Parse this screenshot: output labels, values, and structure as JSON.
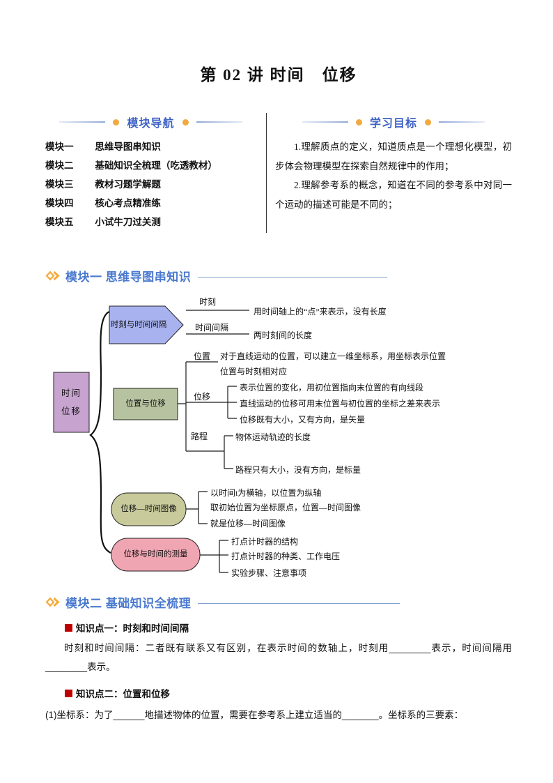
{
  "title": "第 02 讲 时间　位移",
  "nav": {
    "header": "模块导航",
    "items": [
      {
        "label": "模块一",
        "text": "思维导图串知识"
      },
      {
        "label": "模块二",
        "text": "基础知识全梳理（吃透教材）"
      },
      {
        "label": "模块三",
        "text": "教材习题学解题"
      },
      {
        "label": "模块四",
        "text": "核心考点精准练"
      },
      {
        "label": "模块五",
        "text": "小试牛刀过关测"
      }
    ]
  },
  "objectives": {
    "header": "学习目标",
    "paragraphs": [
      "1.理解质点的定义，知道质点是一个理想化模型，初步体会物理模型在探索自然规律中的作用；",
      "2.理解参考系的概念，知道在不同的参考系中对同一个运动的描述可能是不同的；"
    ]
  },
  "module1": {
    "header": "模块一 思维导图串知识"
  },
  "mindmap": {
    "root_line1": "时间",
    "root_line2": "位移",
    "n1": {
      "title": "时刻与时间间隔",
      "b1_label": "时刻",
      "b1_text": "用时间轴上的“点”来表示，没有长度",
      "b2_label": "时间间隔",
      "b2_text": "两时刻间的长度"
    },
    "n2": {
      "title": "位置与位移",
      "pos_label": "位置",
      "pos_text1": "对于直线运动的位置，可以建立一维坐标系，用坐标表示位置",
      "pos_text2": "位置与时刻相对应",
      "disp_label": "位移",
      "disp_items": [
        "表示位置的变化，用初位置指向末位置的有向线段",
        "直线运动的位移可用末位置与初位置的坐标之差来表示",
        "位移既有大小，又有方向，是矢量"
      ],
      "dist_label": "路程",
      "dist_items": [
        "物体运动轨迹的长度",
        "路程只有大小，没有方向，是标量"
      ]
    },
    "n3": {
      "title": "位移—时间图像",
      "lines": [
        "以时间t为横轴，以位置为纵轴",
        "取初始位置为坐标原点，位置—时间图像",
        "就是位移—时间图像"
      ]
    },
    "n4": {
      "title": "位移与时间的测量",
      "items": [
        "打点计时器的结构",
        "打点计时器的种类、工作电压",
        "实验步骤、注意事项"
      ]
    }
  },
  "module2": {
    "header": "模块二 基础知识全梳理",
    "kp1_title": "知识点一：时刻和时间间隔",
    "kp1_body": "时刻和时间间隔：二者既有联系又有区别，在表示时间的数轴上，时刻用________表示，时间间隔用________表示。",
    "kp2_title": "知识点二：位置和位移",
    "kp2_body": "(1)坐标系：为了______地描述物体的位置，需要在参考系上建立适当的_______。坐标系的三要素："
  },
  "colors": {
    "accent_blue": "#3e62c4",
    "module_blue": "#4a79cf",
    "dot_orange": "#f2a93e",
    "bullet_red": "#c00000",
    "node_blue": "#a8b2ee",
    "node_green": "#b7c3a0",
    "node_purple": "#c7a3cf",
    "node_olive": "#c8ca9b",
    "node_pink": "#f0a6b2"
  },
  "icons": {
    "module_header": "double-diamond-icon",
    "header_decor": "orange-dot-icon"
  }
}
